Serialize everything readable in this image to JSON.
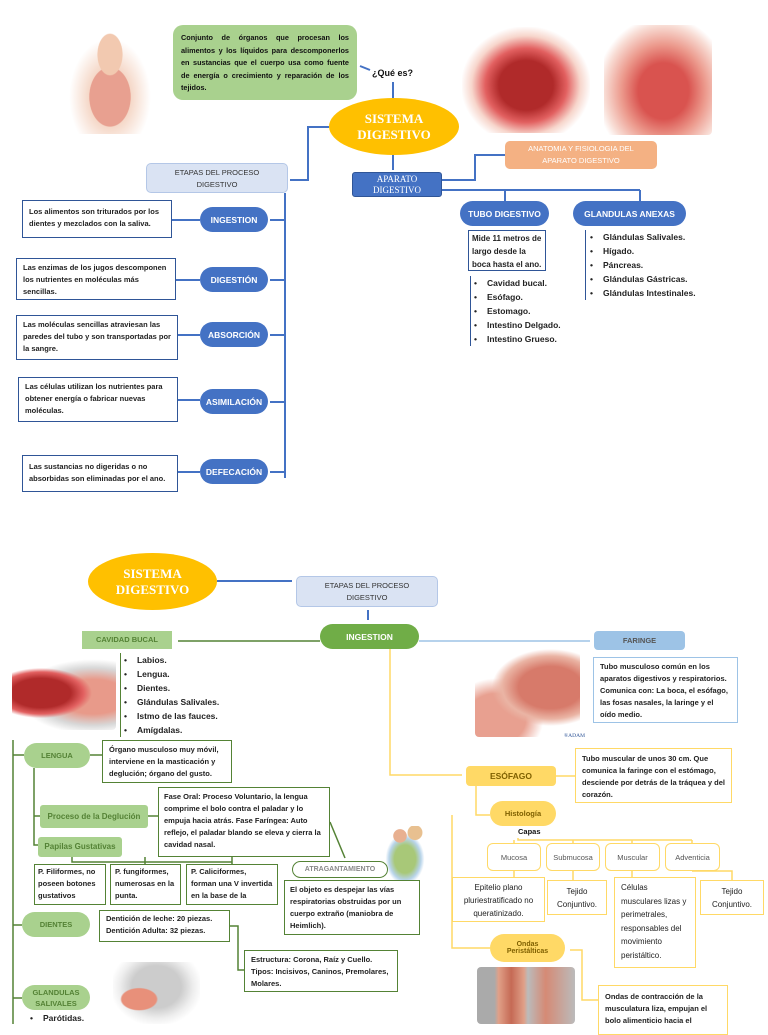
{
  "top": {
    "definition": "Conjunto de órganos que procesan los alimentos y los líquidos para descomponerlos en sustancias que el cuerpo usa como fuente de energía o crecimiento y reparación de los tejidos.",
    "que_es": "¿Qué es?",
    "title": "SISTEMA DIGESTIVO",
    "etapas": "ETAPAS DEL PROCESO DIGESTIVO",
    "aparato": "APARATO DIGESTIVO",
    "anatomia": "ANATOMIA Y FISIOLOGIA DEL APARATO DIGESTIVO",
    "tubo": "TUBO DIGESTIVO",
    "glandulas": "GLANDULAS ANEXAS",
    "tubo_desc": "Mide 11 metros de largo desde la boca hasta el ano.",
    "tubo_items": [
      "Cavidad bucal.",
      "Esófago.",
      "Estomago.",
      "Intestino Delgado.",
      "Intestino Grueso."
    ],
    "glandulas_items": [
      "Glándulas Salivales.",
      "Hígado.",
      "Páncreas.",
      "Glándulas Gástricas.",
      "Glándulas Intestinales."
    ],
    "stages": [
      {
        "label": "INGESTION",
        "desc": "Los alimentos son triturados por los dientes y mezclados con la saliva."
      },
      {
        "label": "DIGESTIÓN",
        "desc": "Las enzimas de los jugos descomponen los nutrientes en moléculas más sencillas."
      },
      {
        "label": "ABSORCIÓN",
        "desc": "Las moléculas sencillas atraviesan las paredes del tubo y son transportadas por la sangre."
      },
      {
        "label": "ASIMILACIÓN",
        "desc": "Las células utilizan los nutrientes para obtener energía o fabricar nuevas moléculas."
      },
      {
        "label": "DEFECACIÓN",
        "desc": "Las sustancias no digeridas o no absorbidas son eliminadas por el ano."
      }
    ]
  },
  "bottom": {
    "title": "SISTEMA DIGESTIVO",
    "etapas": "ETAPAS DEL PROCESO DIGESTIVO",
    "ingestion": "INGESTION",
    "cavidad": "CAVIDAD BUCAL",
    "cavidad_items": [
      "Labios.",
      "Lengua.",
      "Dientes.",
      "Glándulas Salivales.",
      "Istmo de las fauces.",
      "Amígdalas."
    ],
    "faringe": "FARINGE",
    "faringe_desc": "Tubo musculoso común en los aparatos digestivos y respiratorios. Comunica con: La boca, el esófago, las fosas nasales, la laringe y el oído medio.",
    "adam": "®ADAM",
    "esofago": "ESÓFAGO",
    "esofago_desc": "Tubo muscular de unos 30 cm. Que comunica la faringe con el estómago, desciende por detrás de la tráquea y del corazón.",
    "histologia": "Histología",
    "capas": "Capas",
    "layers": [
      {
        "name": "Mucosa",
        "desc": "Epitelio plano pluriestratificado no queratinizado."
      },
      {
        "name": "Submucosa",
        "desc": "Tejido Conjuntivo."
      },
      {
        "name": "Muscular",
        "desc": "Células musculares lizas y perimetrales, responsables del movimiento peristáltico."
      },
      {
        "name": "Adventicia",
        "desc": "Tejido Conjuntivo."
      }
    ],
    "ondas": "Ondas Peristálticas",
    "ondas_desc": "Ondas de contracción de la musculatura liza, empujan el bolo alimenticio hacia el",
    "lengua": "LENGUA",
    "lengua_desc": "Órgano musculoso muy móvil, interviene en la masticación y deglución; órgano del gusto.",
    "deglucion": "Proceso de la Deglución",
    "deglucion_desc": "Fase Oral: Proceso Voluntario, la lengua comprime el bolo contra el paladar y lo empuja hacia atrás. Fase Faríngea: Auto reflejo, el paladar blando se eleva y cierra la cavidad nasal.",
    "papilas": "Papilas Gustativas",
    "papilas_items": [
      "P. Filiformes, no poseen botones gustativos",
      "P. fungiformes, numerosas en la punta.",
      "P. Caliciformes, forman una V invertida en la base de la"
    ],
    "atragantamiento": "ATRAGANTAMIENTO",
    "atragantamiento_desc": "El objeto es despejar las vías respiratorias obstruidas por un cuerpo extraño (maniobra de Heimlich).",
    "dientes": "DIENTES",
    "dientes_desc": "Dentición de leche: 20 piezas. Dentición Adulta: 32 piezas.",
    "dientes_estructura": "Estructura: Corona, Raíz y Cuello. Tipos: Incisivos, Caninos, Premolares, Molares.",
    "salivales": "GLANDULAS SALIVALES",
    "salivales_items": [
      "Parótidas."
    ]
  },
  "colors": {
    "blue": "#4472c4",
    "green": "#70ad47",
    "light_green": "#a9d18e",
    "yellow": "#ffd966",
    "orange": "#f4b183",
    "light_blue": "#9dc3e6",
    "gold": "#ffc000"
  }
}
